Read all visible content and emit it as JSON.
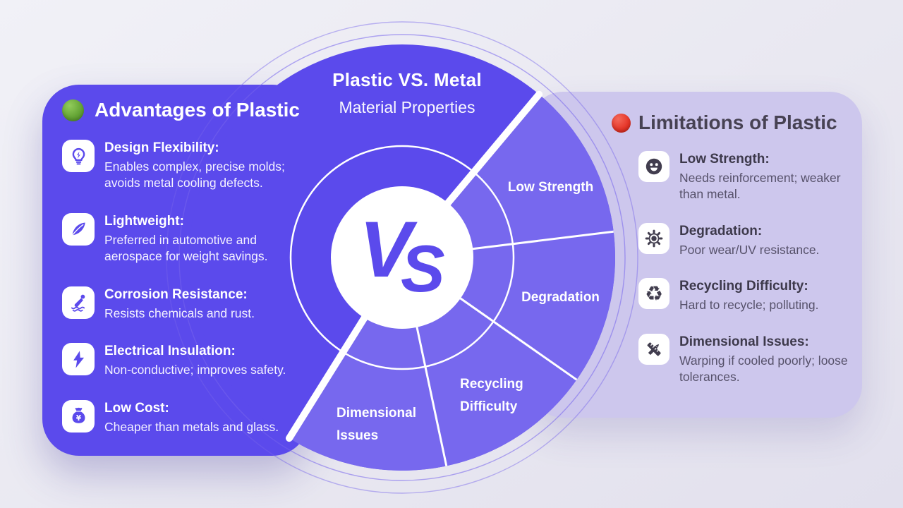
{
  "title": {
    "main": "Plastic VS. Metal",
    "subtitle": "Material Properties"
  },
  "vs": {
    "v": "V",
    "s": "S"
  },
  "advantages": {
    "heading": "Advantages of Plastic",
    "bullet_color": "#63a334",
    "items": [
      {
        "icon": "lightbulb-bolt-icon",
        "title": "Design Flexibility:",
        "body": "Enables complex, precise molds; avoids metal cooling defects."
      },
      {
        "icon": "feather-icon",
        "title": "Lightweight:",
        "body": "Preferred in automotive and aerospace for weight savings."
      },
      {
        "icon": "dropper-icon",
        "title": "Corrosion Resistance:",
        "body": "Resists chemicals and rust."
      },
      {
        "icon": "lightning-bolt-icon",
        "title": "Electrical Insulation:",
        "body": "Non-conductive; improves safety."
      },
      {
        "icon": "money-bag-icon",
        "title": "Low Cost:",
        "body": "Cheaper than metals and glass."
      }
    ]
  },
  "limitations": {
    "heading": "Limitations of Plastic",
    "bullet_color": "#e53427",
    "items": [
      {
        "icon": "smiley-icon",
        "title": "Low Strength:",
        "body": "Needs reinforcement; weaker than metal."
      },
      {
        "icon": "sun-icon",
        "title": "Degradation:",
        "body": "Poor wear/UV resistance."
      },
      {
        "icon": "recycle-icon",
        "title": "Recycling Difficulty:",
        "body": "Hard to recycle; polluting."
      },
      {
        "icon": "ruler-pencil-icon",
        "title": "Dimensional Issues:",
        "body": "Warping if cooled poorly; loose tolerances."
      }
    ]
  },
  "wedges": [
    {
      "label": "Low Strength"
    },
    {
      "label": "Degradation"
    },
    {
      "label": "Recycling Difficulty"
    },
    {
      "label": "Dimensional Issues"
    }
  ],
  "colors": {
    "primary_purple": "#5b4aec",
    "wedge_purple": "#7768ee",
    "lavender_panel": "#cdc7ed",
    "background": "#e9e8f1",
    "green_dot": "#63a334",
    "red_dot": "#e53427"
  }
}
